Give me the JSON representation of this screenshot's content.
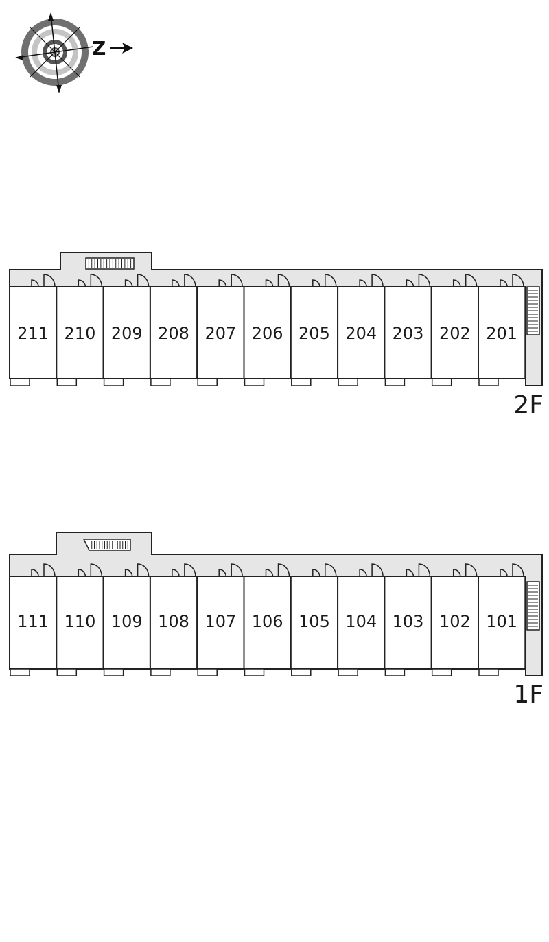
{
  "compass": {
    "north_label": "Z",
    "icon": "compass-rose-icon"
  },
  "floors": [
    {
      "id": "2F",
      "label": "2F",
      "units": [
        "211",
        "210",
        "209",
        "208",
        "207",
        "206",
        "205",
        "204",
        "203",
        "202",
        "201"
      ]
    },
    {
      "id": "1F",
      "label": "1F",
      "units": [
        "111",
        "110",
        "109",
        "108",
        "107",
        "106",
        "105",
        "104",
        "103",
        "102",
        "101"
      ]
    }
  ],
  "colors": {
    "corridor": "#e6e6e6",
    "wall": "#222222",
    "compass_ring_dark": "#6e6e6e",
    "compass_ring_light": "#bdbdbd"
  }
}
